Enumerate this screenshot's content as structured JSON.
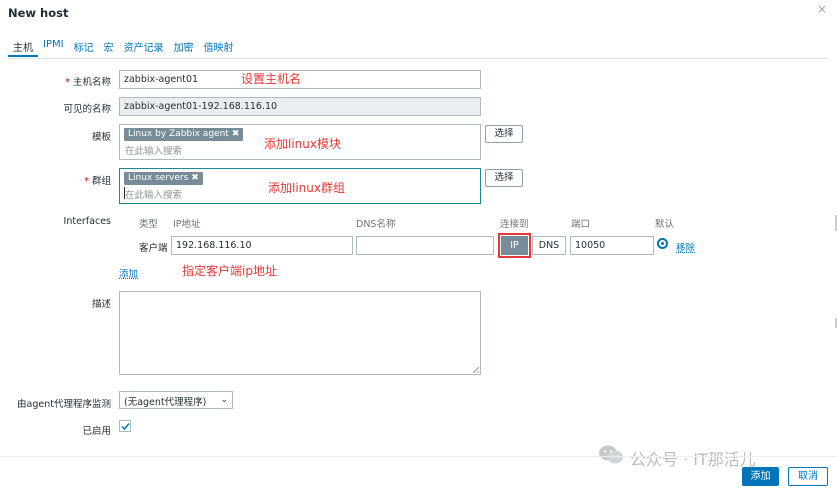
{
  "dialog": {
    "title": "New host",
    "close_icon": "close-icon"
  },
  "tabs": [
    {
      "label": "主机",
      "active": true
    },
    {
      "label": "IPMI",
      "active": false
    },
    {
      "label": "标记",
      "active": false
    },
    {
      "label": "宏",
      "active": false
    },
    {
      "label": "资产记录",
      "active": false
    },
    {
      "label": "加密",
      "active": false
    },
    {
      "label": "值映射",
      "active": false
    }
  ],
  "form": {
    "hostname": {
      "label": "主机名称",
      "required_mark": "*",
      "value": "zabbix-agent01"
    },
    "visible_name": {
      "label": "可见的名称",
      "value": "zabbix-agent01-192.168.116.10"
    },
    "templates": {
      "label": "模板",
      "chip": "Linux by Zabbix agent",
      "chip_remove": "✖",
      "placeholder": "在此输入搜索",
      "select_label": "选择"
    },
    "groups": {
      "label": "群组",
      "required_mark": "*",
      "chip": "Linux servers",
      "chip_remove": "✖",
      "placeholder": "在此输入搜索",
      "select_label": "选择"
    },
    "interfaces": {
      "label": "Interfaces",
      "headers": {
        "type": "类型",
        "ip": "IP地址",
        "dns": "DNS名称",
        "connect_to": "连接到",
        "port": "端口",
        "default": "默认"
      },
      "row": {
        "type": "客户端",
        "ip": "192.168.116.10",
        "dns": "",
        "connect_ip": "IP",
        "connect_dns": "DNS",
        "port": "10050",
        "remove": "移除"
      },
      "add_link": "添加"
    },
    "description": {
      "label": "描述",
      "value": ""
    },
    "proxy": {
      "label": "由agent代理程序监测",
      "selected": "(无agent代理程序)"
    },
    "enabled": {
      "label": "已启用",
      "checked": true
    }
  },
  "annotations": {
    "hostname": "设置主机名",
    "template": "添加linux模块",
    "group": "添加linux群组",
    "ip": "指定客户端ip地址"
  },
  "footer": {
    "add_label": "添加",
    "cancel_label": "取消"
  },
  "watermark": {
    "text": "公众号 · IT那活儿"
  },
  "colors": {
    "link": "#0275b8",
    "annotation": "#e53935",
    "chip": "#768d99",
    "primary": "#0275b8"
  }
}
